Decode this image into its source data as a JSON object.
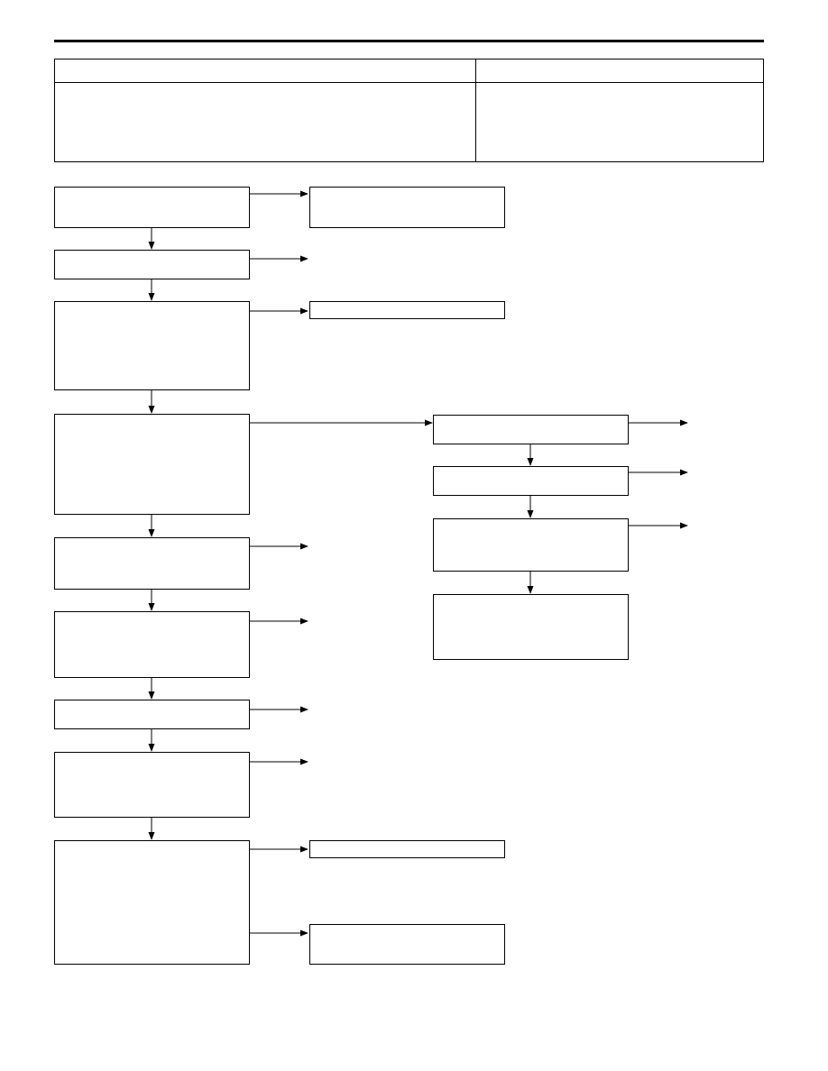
{
  "page": {
    "title": ""
  },
  "header_table": {
    "columns": [
      "",
      ""
    ],
    "rows": [
      [
        "",
        ""
      ]
    ]
  },
  "flowchart": {
    "steps": [
      {
        "id": "s1",
        "text": ""
      },
      {
        "id": "s2",
        "text": ""
      },
      {
        "id": "s3",
        "text": ""
      },
      {
        "id": "s4",
        "text": ""
      },
      {
        "id": "s5",
        "text": ""
      },
      {
        "id": "s6",
        "text": ""
      },
      {
        "id": "s7",
        "text": ""
      },
      {
        "id": "s8",
        "text": ""
      },
      {
        "id": "s9",
        "text": ""
      },
      {
        "id": "r1",
        "text": ""
      },
      {
        "id": "r2",
        "text": ""
      },
      {
        "id": "r3",
        "text": ""
      },
      {
        "id": "r4",
        "text": ""
      },
      {
        "id": "a1",
        "text": ""
      },
      {
        "id": "a3",
        "text": ""
      },
      {
        "id": "a9a",
        "text": ""
      },
      {
        "id": "a9b",
        "text": ""
      }
    ],
    "outcomes": [
      "",
      "",
      "",
      "",
      "",
      "",
      "",
      ""
    ]
  },
  "colors": {
    "line": "#000000",
    "background": "#ffffff"
  }
}
